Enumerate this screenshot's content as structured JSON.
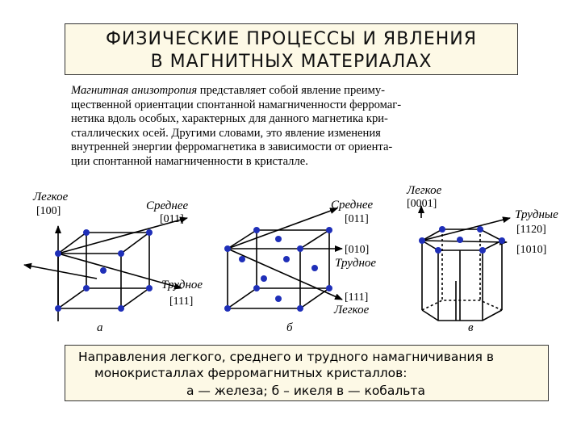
{
  "title": {
    "line1": "ФИЗИЧЕСКИЕ   ПРОЦЕССЫ  И  ЯВЛЕНИЯ",
    "line2": "В  МАГНИТНЫХ МАТЕРИАЛАХ"
  },
  "paragraph": {
    "term": "Магнитная анизотропия",
    "line1_rest": " представляет собой явление преиму-",
    "line2": "щественной ориентации спонтанной намагниченности ферромаг-",
    "line3": "нетика вдоль особых, характерных для данного магнетика кри-",
    "line4": "сталлических осей. Другими словами, это явление изменения",
    "line5": "внутренней энергии ферромагнетика в зависимости от ориента-",
    "line6": "ции спонтанной намагниченности в кристалле."
  },
  "figures": {
    "a": {
      "easy_label": "Легкое",
      "easy_index": "[100]",
      "medium_label": "Среднее",
      "medium_index": "[011]",
      "hard_label": "Трудное",
      "hard_index": "[111]",
      "letter": "а"
    },
    "b": {
      "medium_label": "Среднее",
      "medium_index": "[011]",
      "hard_index": "[010]",
      "hard_label": "Трудное",
      "easy_index": "[111]",
      "easy_label": "Легкое",
      "letter": "б"
    },
    "c": {
      "easy_label": "Легкое",
      "easy_index": "[0001]",
      "hard_label": "Трудные",
      "hard_index1": "[1120]",
      "hard_index2": "[1010]",
      "letter": "в"
    }
  },
  "caption": {
    "line1": "Направления легкого, среднего и трудного намагничивания в",
    "line2": "монокристаллах ферромагнитных кристаллов:",
    "line3": "а — железа; б – икеля в — кобальта"
  },
  "colors": {
    "atom": "#1f2fb8",
    "box_bg": "#fdf9e6",
    "line": "#000000"
  }
}
